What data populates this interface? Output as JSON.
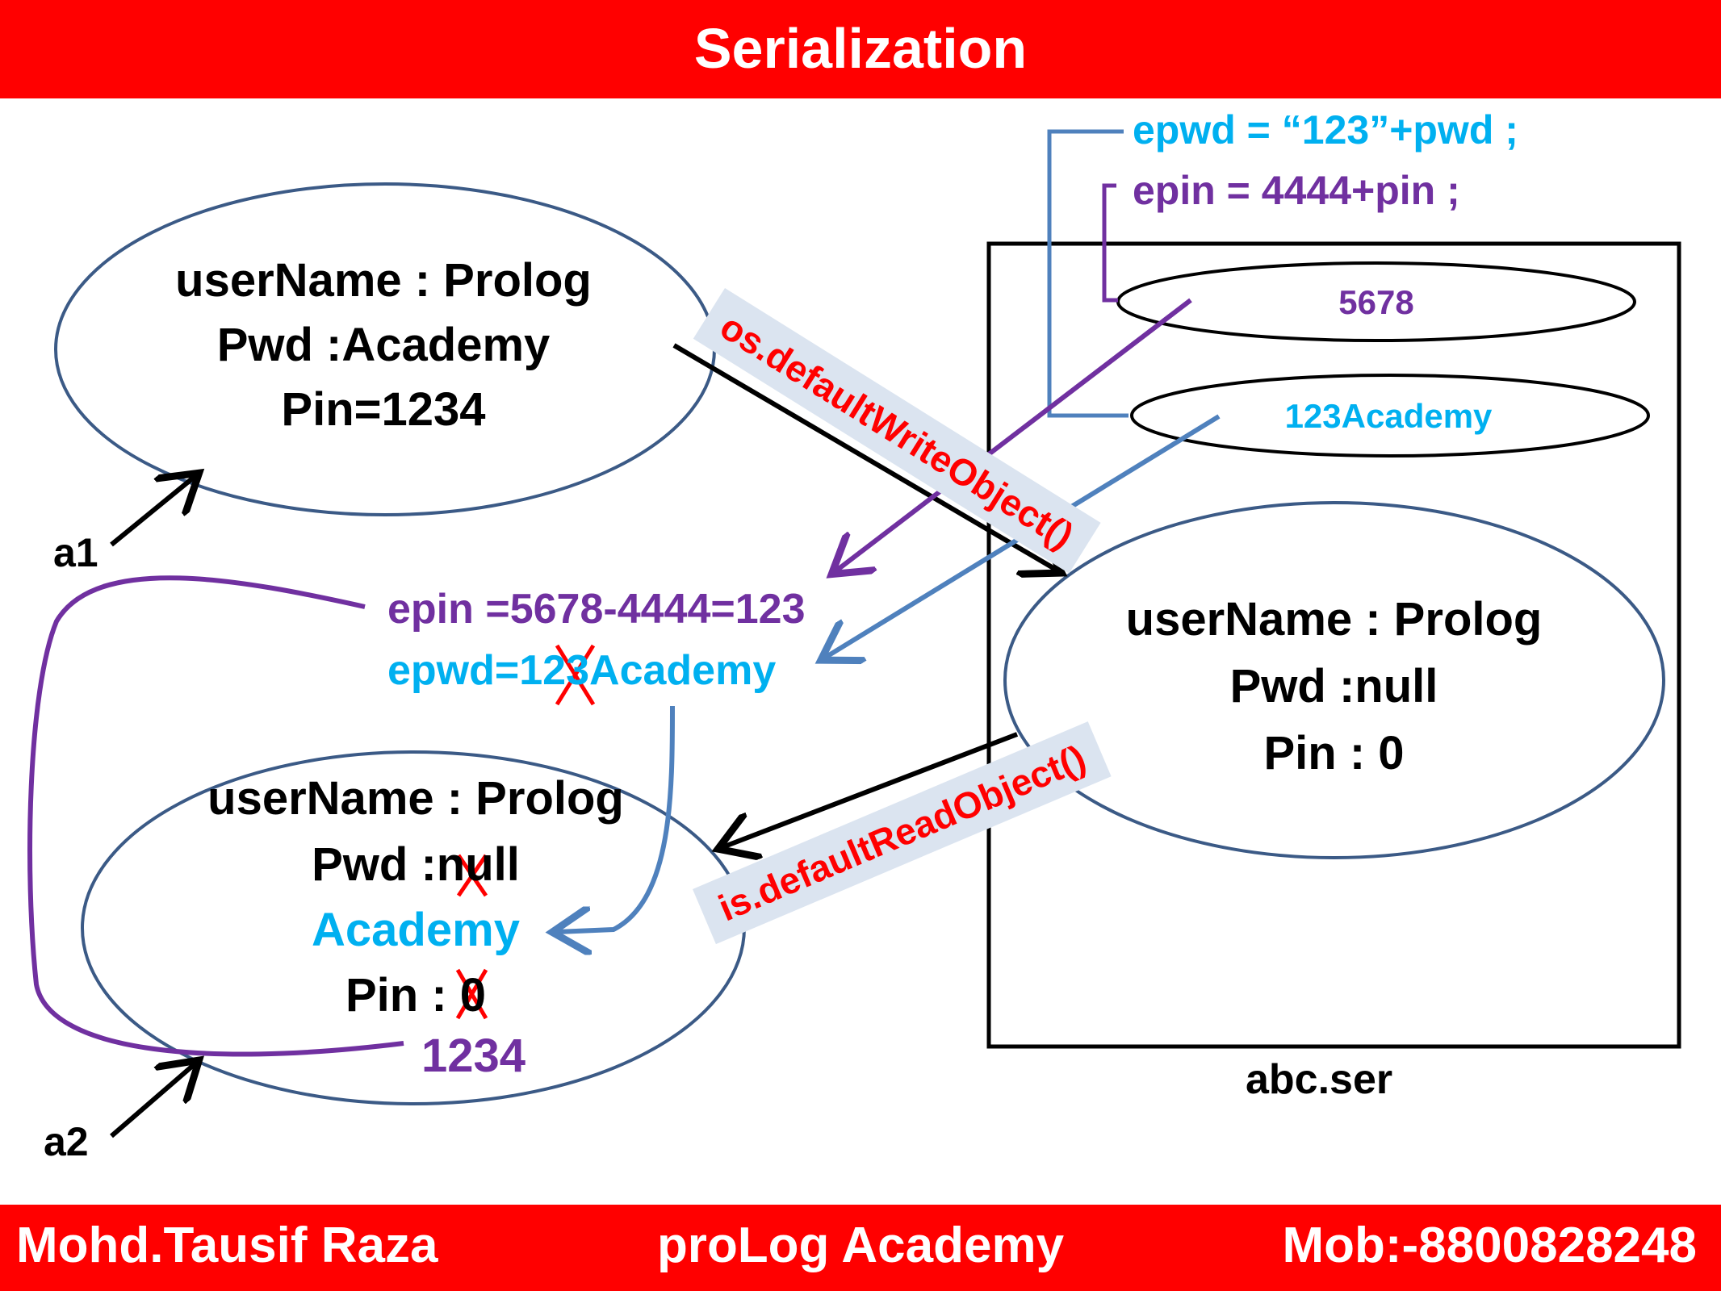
{
  "header": {
    "title": "Serialization"
  },
  "footer": {
    "author": "Mohd.Tausif Raza",
    "org": "proLog Academy",
    "phone": "Mob:-8800828248"
  },
  "object_a1": {
    "line1": "userName : Prolog",
    "line2": "Pwd :Academy",
    "line3": "Pin=1234"
  },
  "object_file": {
    "line1": "userName : Prolog",
    "line2": "Pwd :null",
    "line3": "Pin : 0"
  },
  "object_a2": {
    "line1": "userName : Prolog",
    "line2": "Pwd :null",
    "pwd_fix": "Academy",
    "line3": "Pin : 0",
    "pin_fix": "1234"
  },
  "refs": {
    "a1": "a1",
    "a2": "a2"
  },
  "formulas": {
    "epwd": "epwd = “123”+pwd ;",
    "epin": "epin = 4444+pin ;"
  },
  "encrypted": {
    "pin": "5678",
    "pwd": "123Academy"
  },
  "decode": {
    "epin": "epin =5678-4444=123",
    "epwd": "epwd=123Academy"
  },
  "file": {
    "name": "abc.ser"
  },
  "methods": {
    "write": "os.defaultWriteObject()",
    "read": "is.defaultReadObject()"
  },
  "colors": {
    "banner": "#ff0000",
    "purple": "#7030a0",
    "cyan": "#00b0f0",
    "ellipse": "#3b5a86",
    "blue_line": "#4f81bd"
  }
}
